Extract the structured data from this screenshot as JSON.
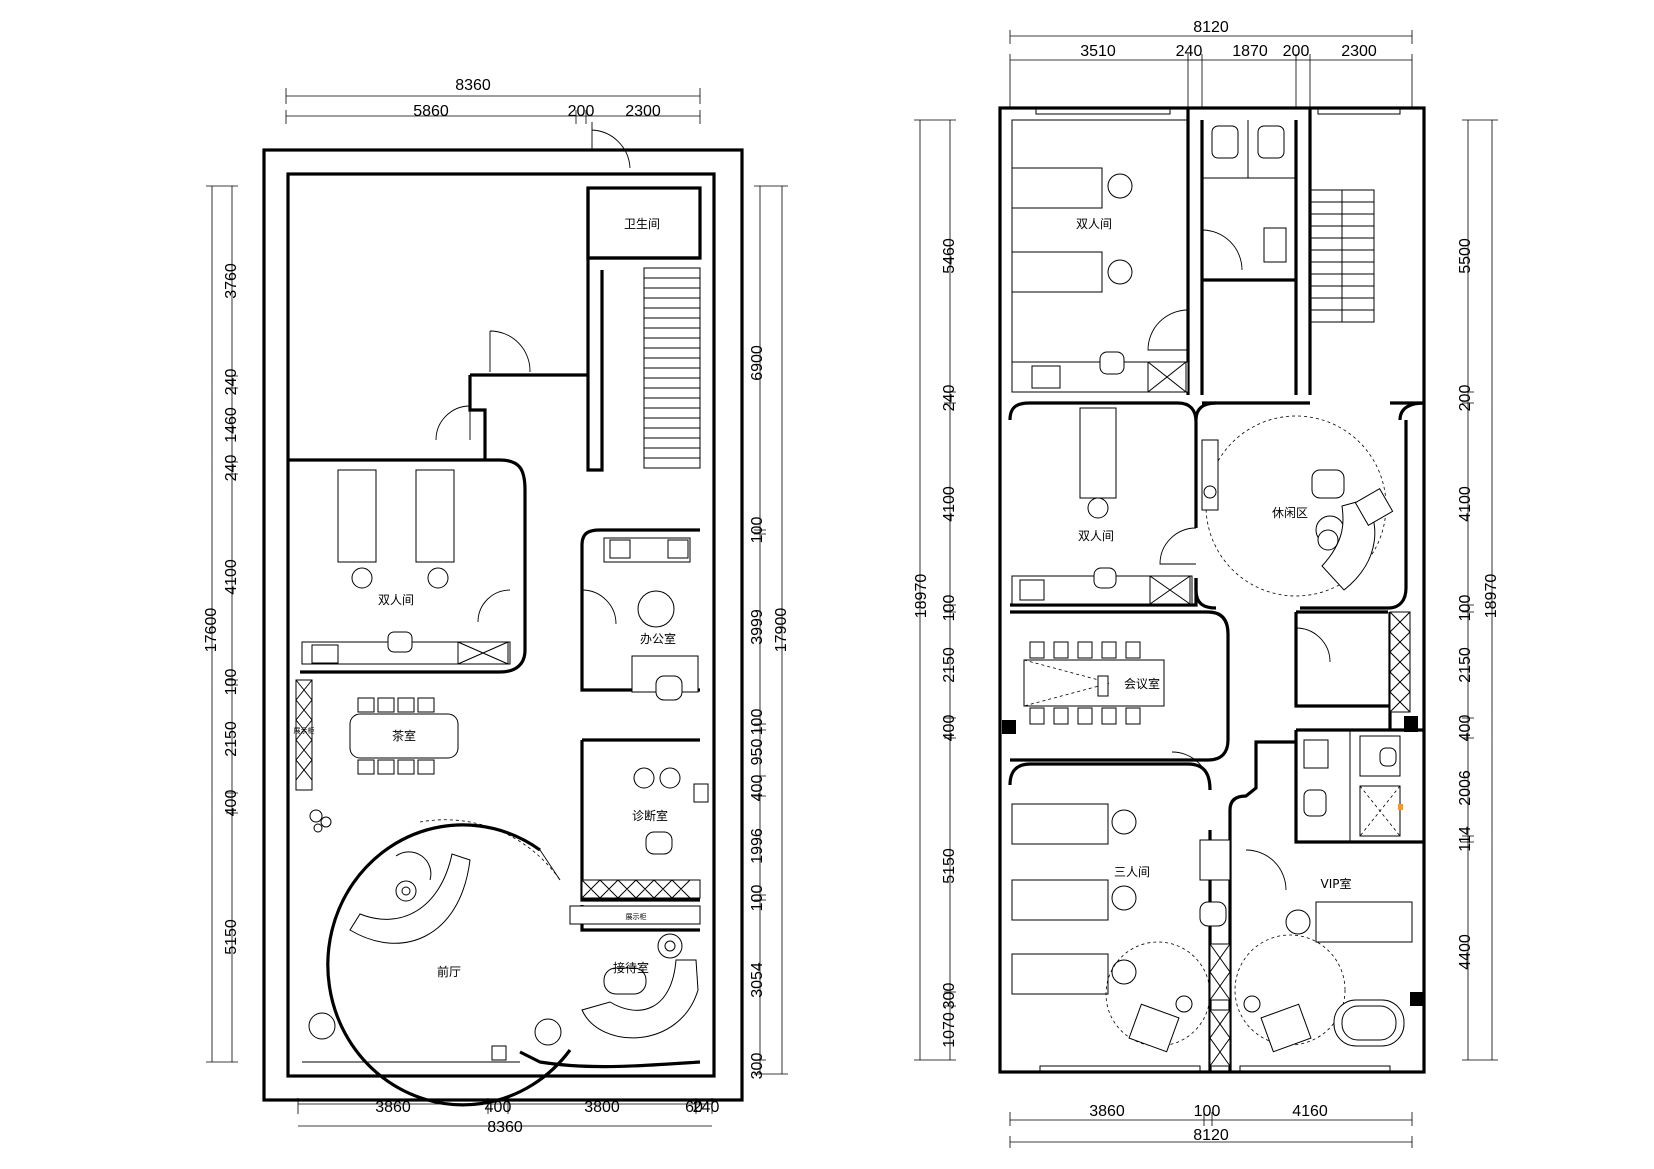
{
  "left_plan": {
    "top_dims": {
      "total": "8360",
      "segments": [
        "5860",
        "200",
        "2300"
      ]
    },
    "bottom_dims": {
      "total": "8360",
      "segments": [
        "3860",
        "400",
        "3800",
        "60",
        "240"
      ]
    },
    "left_dims": {
      "total": "17600",
      "segments": [
        "3760",
        "240",
        "1460",
        "240",
        "4100",
        "100",
        "2150",
        "400",
        "5150"
      ]
    },
    "right_dims": {
      "total": "17900",
      "segments": [
        "6900",
        "100",
        "3999",
        "100",
        "950",
        "400",
        "1996",
        "100",
        "3054",
        "300"
      ]
    },
    "rooms": {
      "bathroom": "卫生间",
      "double_room": "双人间",
      "office": "办公室",
      "tea_room": "茶室",
      "diagnosis": "诊断室",
      "lobby": "前厅",
      "reception": "接待室",
      "cabinet_left": "展示柜",
      "cabinet_right": "展示柜"
    }
  },
  "right_plan": {
    "top_dims": {
      "total": "8120",
      "segments": [
        "3510",
        "240",
        "1870",
        "200",
        "2300"
      ]
    },
    "bottom_dims": {
      "total": "8120",
      "segments": [
        "3860",
        "100",
        "4160"
      ]
    },
    "left_dims": {
      "total": "18970",
      "segments": [
        "5460",
        "240",
        "4100",
        "100",
        "2150",
        "400",
        "5150",
        "1070",
        "300"
      ]
    },
    "right_dims": {
      "total": "18970",
      "segments": [
        "5500",
        "200",
        "4100",
        "100",
        "2150",
        "400",
        "2006",
        "114",
        "4400"
      ]
    },
    "rooms": {
      "double_room_a": "双人间",
      "double_room_b": "双人间",
      "lounge": "休闲区",
      "meeting": "会议室",
      "triple_room": "三人间",
      "vip": "VIP室"
    }
  }
}
